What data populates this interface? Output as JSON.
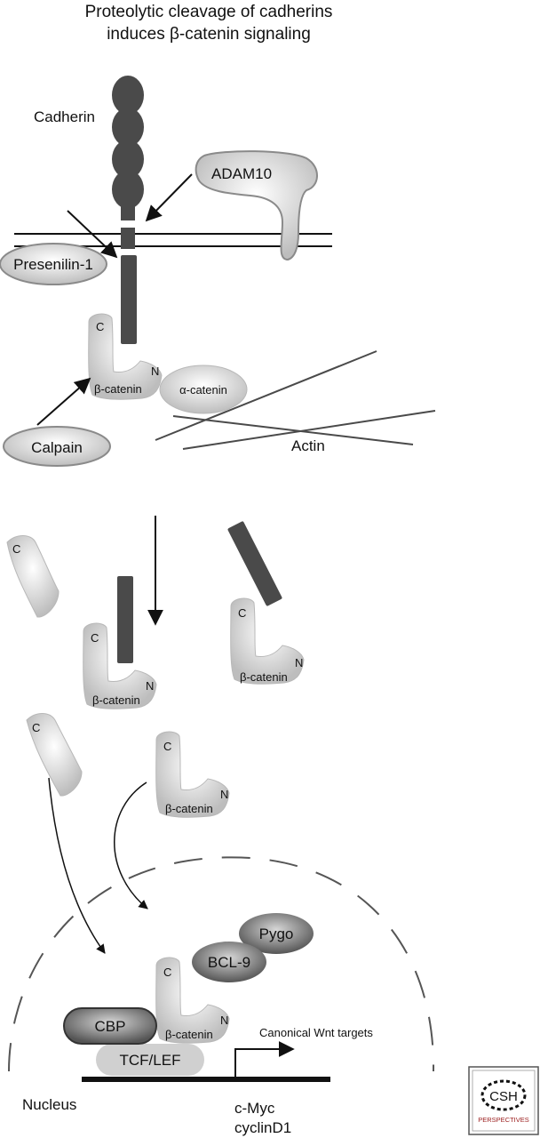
{
  "title": {
    "line1": "Proteolytic cleavage of cadherins",
    "line2": "induces β-catenin signaling"
  },
  "labels": {
    "cadherin": "Cadherin",
    "adam10": "ADAM10",
    "presenilin": "Presenilin-1",
    "calpain": "Calpain",
    "alpha_catenin": "α-catenin",
    "actin": "Actin",
    "beta_catenin": "β-catenin",
    "c_term": "C",
    "n_term": "N",
    "pygo": "Pygo",
    "bcl9": "BCL-9",
    "cbp": "CBP",
    "tcf_lef": "TCF/LEF",
    "wnt_targets": "Canonical Wnt targets",
    "nucleus": "Nucleus",
    "gene1": "c-Myc",
    "gene2": "cyclinD1"
  },
  "logo": {
    "line1": "CSH",
    "line2": "PERSPECTIVES"
  },
  "colors": {
    "dark_protein": "#4a4a4a",
    "light_protein": "#c8c8c8",
    "outline": "#8a8a8a",
    "logo_red": "#9b1c1c"
  }
}
